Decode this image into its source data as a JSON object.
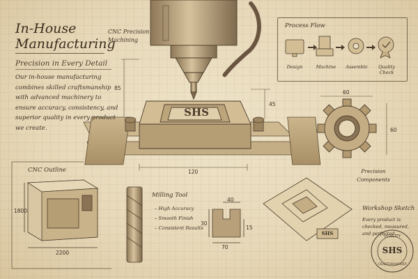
{
  "title": {
    "line1": "In-House",
    "line2": "Manufacturing"
  },
  "subtitle": "Precision in Every Detail",
  "body_text": "Our in-house manufacturing combines skilled craftsmanship with advanced machinery to ensure accuracy, consistency, and superior quality in every product we create.",
  "cnc_precision_label": "CNC Precision Machining",
  "process_flow": {
    "title": "Process Flow",
    "steps": [
      "Design",
      "Machine",
      "Assemble",
      "Quality Check"
    ]
  },
  "block_label": "SHS",
  "dimensions": {
    "spindle_height": "85",
    "block_height": "45",
    "block_width": "120",
    "gear_width": "60",
    "gear_height": "60",
    "machine_height": "1800",
    "machine_width": "2200",
    "part_top": "40",
    "part_left": "30",
    "part_right": "15",
    "part_bottom": "70"
  },
  "precision_components_label": "Precision Components",
  "cnc_outline_label": "CNC Outline",
  "milling_tool": {
    "title": "Milling Tool",
    "items": [
      "– High Accuracy",
      "– Smooth Finish",
      "– Consistent Results"
    ]
  },
  "workshop_sketch": {
    "title": "Workshop Sketch",
    "note": "Every product is checked, measured, and perfected.",
    "plate_label": "SHS"
  },
  "seal": {
    "top": "QUALITY",
    "center": "SHS",
    "bottom": "CRAFTSMANSHIP"
  },
  "colors": {
    "paper": "#e9dcc0",
    "ink": "#3b2f22",
    "metal": "#b9a27c"
  }
}
